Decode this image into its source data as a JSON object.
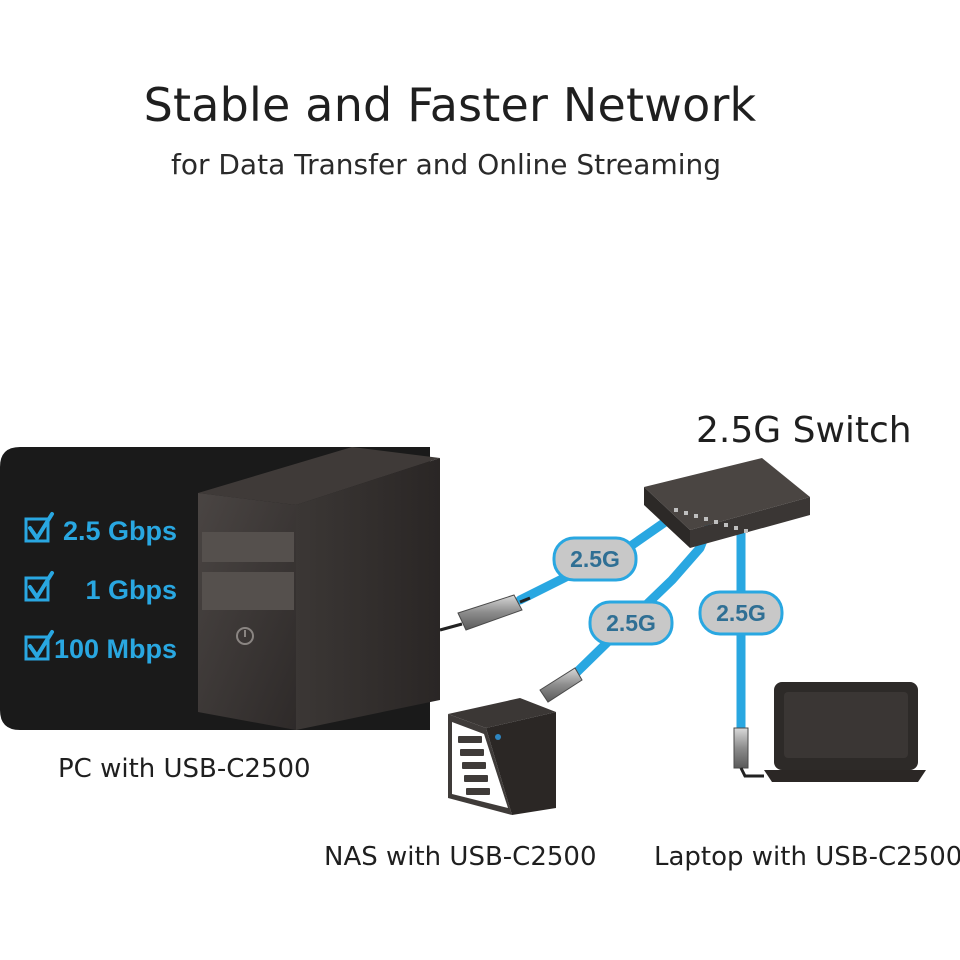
{
  "header": {
    "title": "Stable and Faster Network",
    "subtitle": "for Data Transfer and Online Streaming"
  },
  "switch": {
    "label": "2.5G Switch"
  },
  "speeds": [
    {
      "label": "2.5  Gbps",
      "checked": true
    },
    {
      "label": "1  Gbps",
      "checked": true
    },
    {
      "label": "100 Mbps",
      "checked": true
    }
  ],
  "links": [
    {
      "label": "2.5G"
    },
    {
      "label": "2.5G"
    },
    {
      "label": "2.5G"
    }
  ],
  "devices": {
    "pc": "PC with USB-C2500",
    "nas": "NAS with USB-C2500",
    "laptop": "Laptop with USB-C2500"
  },
  "colors": {
    "cable": "#29a7e1",
    "speed_text": "#29a7e1",
    "check": "#29a7e1",
    "panel": "#1a1a1a",
    "badge_fill": "#c8c8c8",
    "badge_text": "#2f6f94"
  }
}
